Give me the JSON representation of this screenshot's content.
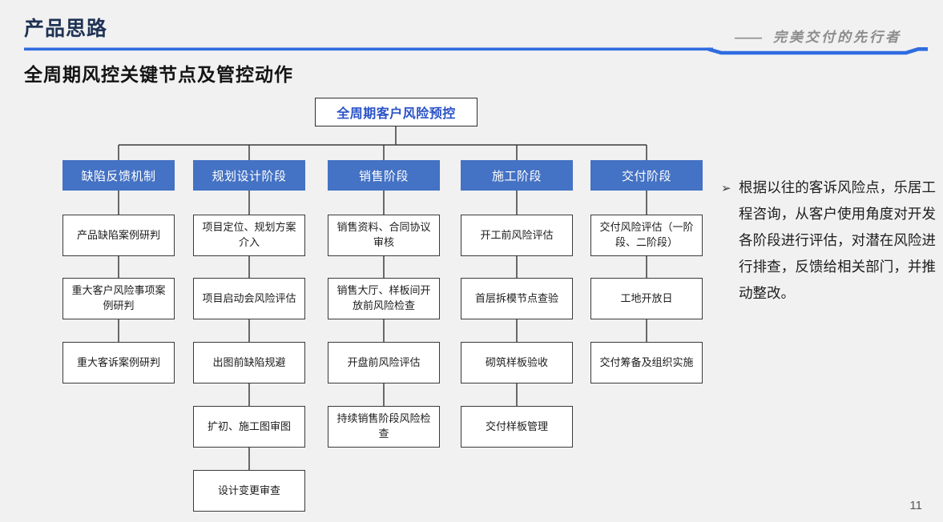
{
  "slide": {
    "title": "产品思路",
    "tagline_dash": "——",
    "tagline": "完美交付的先行者",
    "subtitle": "全周期风控关键节点及管控动作",
    "page_number": "11"
  },
  "colors": {
    "background": "#f1f1f2",
    "header_line_blue": "#2f6ce0",
    "stage_box_blue": "#4472c4",
    "root_text_blue": "#2a52c8",
    "title_navy": "#1f3354",
    "tagline_gray": "#8c8c8c"
  },
  "flowchart": {
    "root": "全周期客户风险预控",
    "columns": [
      {
        "header": "缺陷反馈机制",
        "nodes": [
          "产品缺陷案例研判",
          "重大客户风险事项案例研判",
          "重大客诉案例研判"
        ]
      },
      {
        "header": "规划设计阶段",
        "nodes": [
          "项目定位、规划方案介入",
          "项目启动会风险评估",
          "出图前缺陷规避",
          "扩初、施工图审图",
          "设计变更审查"
        ]
      },
      {
        "header": "销售阶段",
        "nodes": [
          "销售资料、合同协议审核",
          "销售大厅、样板间开放前风险检查",
          "开盘前风险评估",
          "持续销售阶段风险检查"
        ]
      },
      {
        "header": "施工阶段",
        "nodes": [
          "开工前风险评估",
          "首层拆模节点查验",
          "砌筑样板验收",
          "交付样板管理"
        ]
      },
      {
        "header": "交付阶段",
        "nodes": [
          "交付风险评估（一阶段、二阶段）",
          "工地开放日",
          "交付筹备及组织实施"
        ]
      }
    ]
  },
  "note": {
    "bullet": "➢",
    "text": "根据以往的客诉风险点，乐居工程咨询，从客户使用角度对开发各阶段进行评估，对潜在风险进行排查，反馈给相关部门，并推动整改。"
  }
}
